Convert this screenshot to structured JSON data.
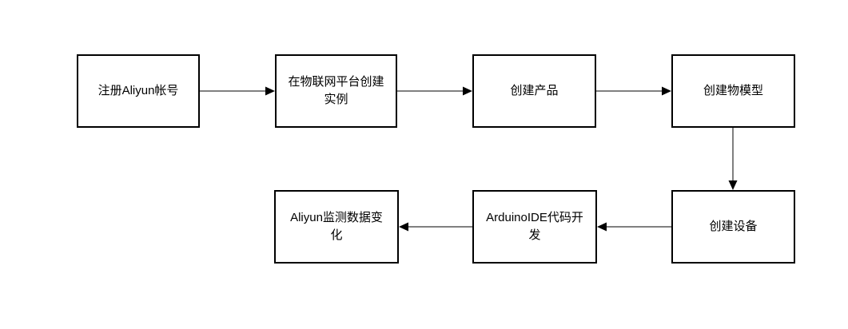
{
  "diagram": {
    "type": "flowchart",
    "background_color": "#ffffff",
    "box_border_color": "#000000",
    "box_fill_color": "#ffffff",
    "arrow_color": "#000000",
    "nodes": [
      {
        "id": "register",
        "label": "注册Aliyun帐号"
      },
      {
        "id": "instance",
        "label": "在物联网平台创建实例"
      },
      {
        "id": "product",
        "label": "创建产品"
      },
      {
        "id": "model",
        "label": "创建物模型"
      },
      {
        "id": "device",
        "label": "创建设备"
      },
      {
        "id": "arduino",
        "label": "ArduinoIDE代码开发"
      },
      {
        "id": "monitor",
        "label": "Aliyun监测数据变化"
      }
    ],
    "edges": [
      {
        "from": "register",
        "to": "instance",
        "direction": "right"
      },
      {
        "from": "instance",
        "to": "product",
        "direction": "right"
      },
      {
        "from": "product",
        "to": "model",
        "direction": "right"
      },
      {
        "from": "model",
        "to": "device",
        "direction": "down"
      },
      {
        "from": "device",
        "to": "arduino",
        "direction": "left"
      },
      {
        "from": "arduino",
        "to": "monitor",
        "direction": "left"
      }
    ]
  }
}
